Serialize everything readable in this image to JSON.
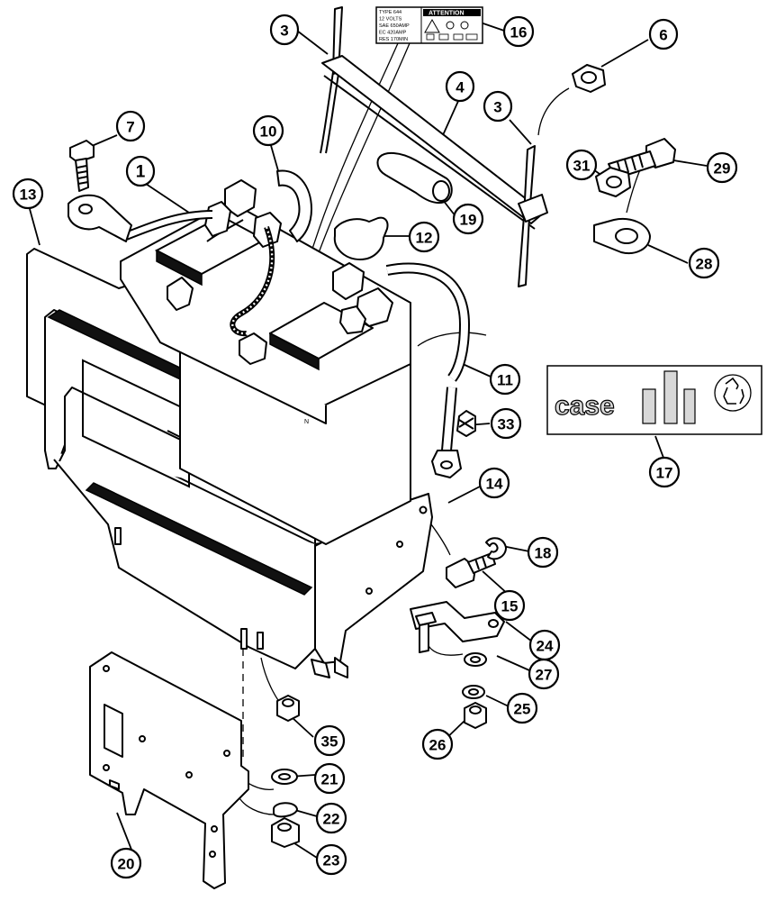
{
  "callouts": [
    {
      "label": "1"
    },
    {
      "label": "3"
    },
    {
      "label": "3"
    },
    {
      "label": "4"
    },
    {
      "label": "6"
    },
    {
      "label": "7"
    },
    {
      "label": "10"
    },
    {
      "label": "11"
    },
    {
      "label": "12"
    },
    {
      "label": "13"
    },
    {
      "label": "14"
    },
    {
      "label": "15"
    },
    {
      "label": "16"
    },
    {
      "label": "17"
    },
    {
      "label": "18"
    },
    {
      "label": "19"
    },
    {
      "label": "20"
    },
    {
      "label": "21"
    },
    {
      "label": "22"
    },
    {
      "label": "23"
    },
    {
      "label": "24"
    },
    {
      "label": "25"
    },
    {
      "label": "26"
    },
    {
      "label": "27"
    },
    {
      "label": "28"
    },
    {
      "label": "29"
    },
    {
      "label": "31"
    },
    {
      "label": "33"
    },
    {
      "label": "35"
    }
  ],
  "decal": {
    "left_lines": [
      "TYPE 644",
      "12 VOLTS",
      "SAE 650AMP",
      "EC 420AMP",
      "RES 170MIN"
    ],
    "heading": "ATTENTION"
  },
  "logo": {
    "brand_text": "case",
    "recycle_icon": "recycle-icon"
  },
  "colors": {
    "ink": "#000000",
    "background": "#ffffff",
    "logo_fill": "#d8d8d8"
  }
}
